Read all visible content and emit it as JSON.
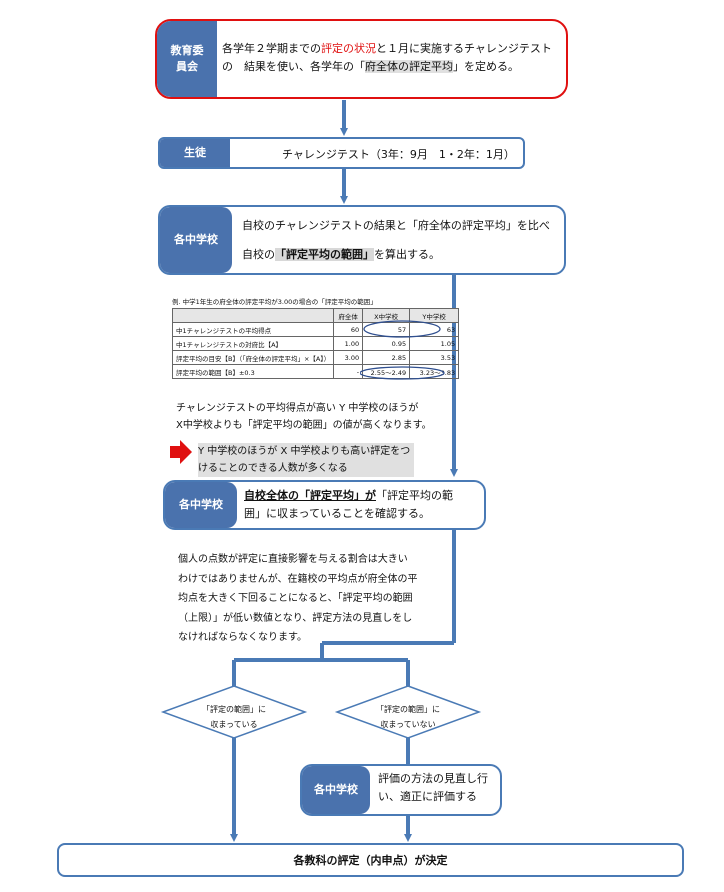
{
  "step1": {
    "tag": "教育委員会",
    "text_a": "各学年２学期までの",
    "text_red": "評定の状況",
    "text_b": "と１月に実施するチャレンジテストの　結果を使い、各学年の「",
    "text_hl": "府全体の評定平均",
    "text_c": "」を定める。"
  },
  "step2": {
    "tag": "生徒",
    "text": "チャレンジテスト（3年：9月　1・2年：1月）"
  },
  "step3": {
    "tag": "各中学校",
    "line1": "自校のチャレンジテストの結果と「府全体の評定平均」を比べ",
    "line2_a": "自校の",
    "line2_hl": "「評定平均の範囲」",
    "line2_b": "を算出する。"
  },
  "example": {
    "caption": "例. 中学1年生の府全体の評定平均が3.00の場合の「評定平均の範囲」",
    "headers": [
      "",
      "府全体",
      "X中学校",
      "Y中学校"
    ],
    "rows": [
      [
        "中1チャレンジテストの平均得点",
        "60",
        "57",
        "63"
      ],
      [
        "中1チャレンジテストの対府比【A】",
        "1.00",
        "0.95",
        "1.05"
      ],
      [
        "評定平均の目安【B】（「府全体の評定平均」×【A】）",
        "3.00",
        "2.85",
        "3.53"
      ],
      [
        "評定平均の範囲【B】±0.3",
        "-",
        "2.55～2.49",
        "3.23～3.83"
      ]
    ]
  },
  "note1": {
    "line1": "チャレンジテストの平均得点が高い Y 中学校のほうが",
    "line2": "X中学校よりも「評定平均の範囲」の値が高くなります。"
  },
  "note2": {
    "line1": "Y 中学校のほうが X 中学校よりも高い評定をつ",
    "line2": "けることのできる人数が多くなる"
  },
  "step4": {
    "tag": "各中学校",
    "text_u": "自校全体の「評定平均」が",
    "text_a": "「評定平均の範",
    "text_b": "囲」に収まっていることを確認する。"
  },
  "note3": {
    "lines": [
      "個人の点数が評定に直接影響を与える割合は大きい",
      "わけではありませんが、在籍校の平均点が府全体の平",
      "均点を大きく下回ることになると、「評定平均の範囲",
      "（上限）」が低い数値となり、評定方法の見直しをし",
      "なければならなくなります。"
    ]
  },
  "diamond_left": {
    "line1": "「評定の範囲」に",
    "line2": "収まっている"
  },
  "diamond_right": {
    "line1": "「評定の範囲」に",
    "line2": "収まっていない"
  },
  "step5": {
    "tag": "各中学校",
    "line1": "評価の方法の見直し行",
    "line2": "い、適正に評価する"
  },
  "final": {
    "text": "各教科の評定（内申点）が決定"
  },
  "colors": {
    "arrow": "#4a7ab5",
    "tag_bg": "#4a72ad",
    "red_border": "#e01010",
    "pointer": "#e01010"
  }
}
